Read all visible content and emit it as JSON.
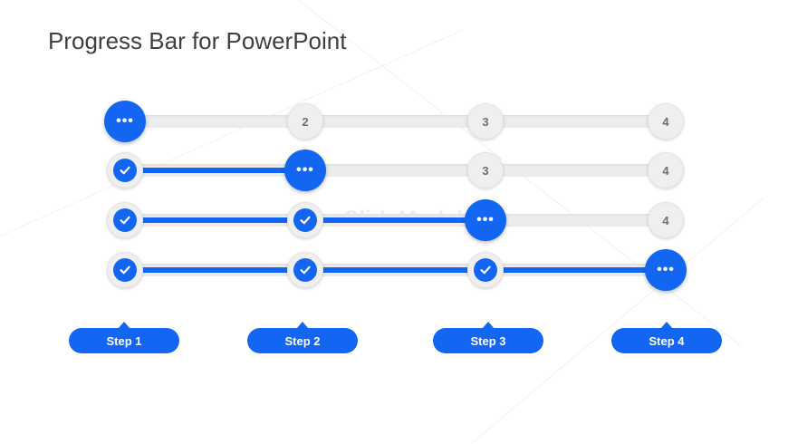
{
  "slide": {
    "title": "Progress Bar for PowerPoint",
    "watermark": "SlideModel"
  },
  "colors": {
    "accent": "#1266f1",
    "track": "#ececec",
    "node": "#efefef",
    "title": "#3f3f3f"
  },
  "progress_rows": [
    {
      "current_step": 1,
      "nodes": [
        {
          "state": "current",
          "label": "•••"
        },
        {
          "state": "pending",
          "label": "2"
        },
        {
          "state": "pending",
          "label": "3"
        },
        {
          "state": "pending",
          "label": "4"
        }
      ]
    },
    {
      "current_step": 2,
      "nodes": [
        {
          "state": "done",
          "icon": "check-icon"
        },
        {
          "state": "current",
          "label": "•••"
        },
        {
          "state": "pending",
          "label": "3"
        },
        {
          "state": "pending",
          "label": "4"
        }
      ]
    },
    {
      "current_step": 3,
      "nodes": [
        {
          "state": "done",
          "icon": "check-icon"
        },
        {
          "state": "done",
          "icon": "check-icon"
        },
        {
          "state": "current",
          "label": "•••"
        },
        {
          "state": "pending",
          "label": "4"
        }
      ]
    },
    {
      "current_step": 4,
      "nodes": [
        {
          "state": "done",
          "icon": "check-icon"
        },
        {
          "state": "done",
          "icon": "check-icon"
        },
        {
          "state": "done",
          "icon": "check-icon"
        },
        {
          "state": "current",
          "label": "•••"
        }
      ]
    }
  ],
  "steps": [
    {
      "label": "Step 1"
    },
    {
      "label": "Step 2"
    },
    {
      "label": "Step 3"
    },
    {
      "label": "Step 4"
    }
  ]
}
